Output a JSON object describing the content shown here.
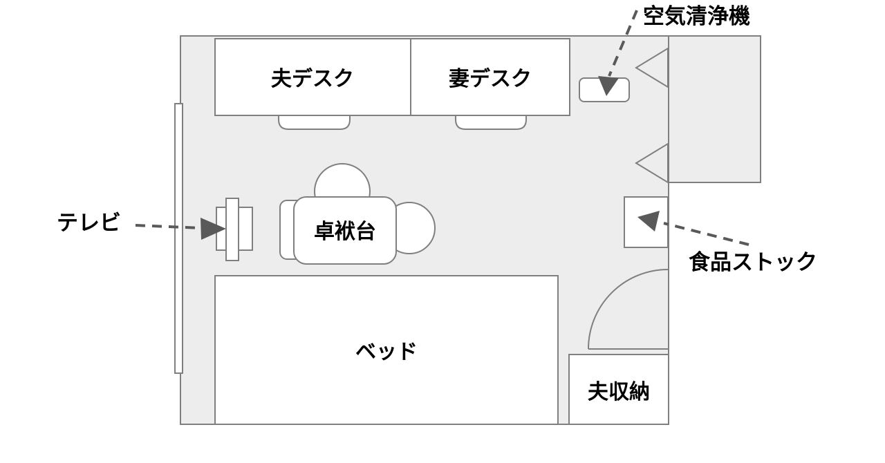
{
  "diagram": {
    "title_text": "",
    "type": "floor-plan",
    "colors": {
      "room_fill": "#ededed",
      "furniture_fill": "#ffffff",
      "line": "#7f7f7f",
      "label_text": "#000000",
      "leader_line": "#595959",
      "page_background": "#ffffff"
    }
  },
  "room_labels": [
    {
      "id": "husband-desk",
      "text": "夫デスク"
    },
    {
      "id": "wife-desk",
      "text": "妻デスク"
    },
    {
      "id": "low-table",
      "text": "卓袱台"
    },
    {
      "id": "bed",
      "text": "ベッド"
    },
    {
      "id": "husband-storage",
      "text": "夫収納"
    }
  ],
  "callout_labels": [
    {
      "id": "air-purifier",
      "text": "空気清浄機"
    },
    {
      "id": "television",
      "text": "テレビ"
    },
    {
      "id": "food-stock",
      "text": "食品ストック"
    }
  ],
  "items": {
    "husband_desk": "夫デスク",
    "wife_desk": "妻デスク",
    "low_table": "卓袱台",
    "bed": "ベッド",
    "husband_storage": "夫収納",
    "air_purifier": "空気清浄機",
    "television": "テレビ",
    "food_stock": "食品ストック"
  }
}
